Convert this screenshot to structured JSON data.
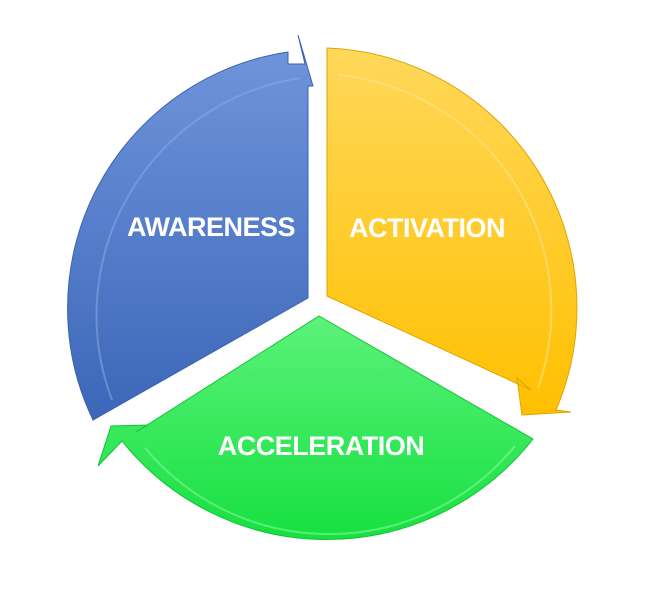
{
  "diagram": {
    "segments": [
      {
        "id": "awareness",
        "label": "AWARENESS",
        "color": "#4472C4",
        "light_color": "#6C93DB",
        "dark_color": "#3461B3"
      },
      {
        "id": "activation",
        "label": "ACTIVATION",
        "color": "#FFC000",
        "light_color": "#FFD54A",
        "dark_color": "#E5AC00"
      },
      {
        "id": "acceleration",
        "label": "ACCELERATION",
        "color": "#22E84A",
        "light_color": "#6CF585",
        "dark_color": "#12CF38"
      }
    ],
    "background": "#FFFFFF"
  }
}
